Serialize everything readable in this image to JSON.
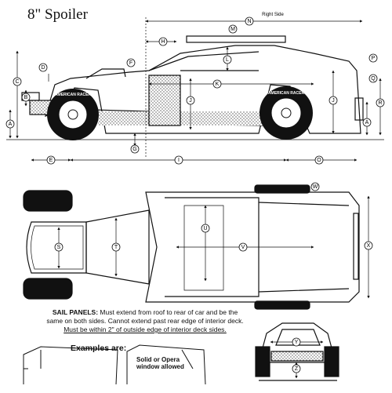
{
  "title": "8\" Spoiler",
  "right_side_label": "Right Side",
  "wheel_brand_text": "AMERICAN RACER",
  "dimension_labels": [
    "A",
    "B",
    "C",
    "D",
    "E",
    "F",
    "G",
    "H",
    "I",
    "J",
    "K",
    "L",
    "M",
    "N",
    "O",
    "P",
    "Q",
    "R",
    "S",
    "T",
    "U",
    "V",
    "W",
    "X",
    "Y",
    "Z"
  ],
  "sail_panels": {
    "heading": "SAIL PANELS:",
    "line1": " Must extend from roof to rear of car and be the",
    "line2": "same on both sides. Cannot extend past rear edge of interior deck.",
    "line3": "Must be within 2\" of outside edge of interior deck sides."
  },
  "examples_label": "Examples are:",
  "opera_note_line1": "Solid or Opera",
  "opera_note_line2": "window allowed"
}
